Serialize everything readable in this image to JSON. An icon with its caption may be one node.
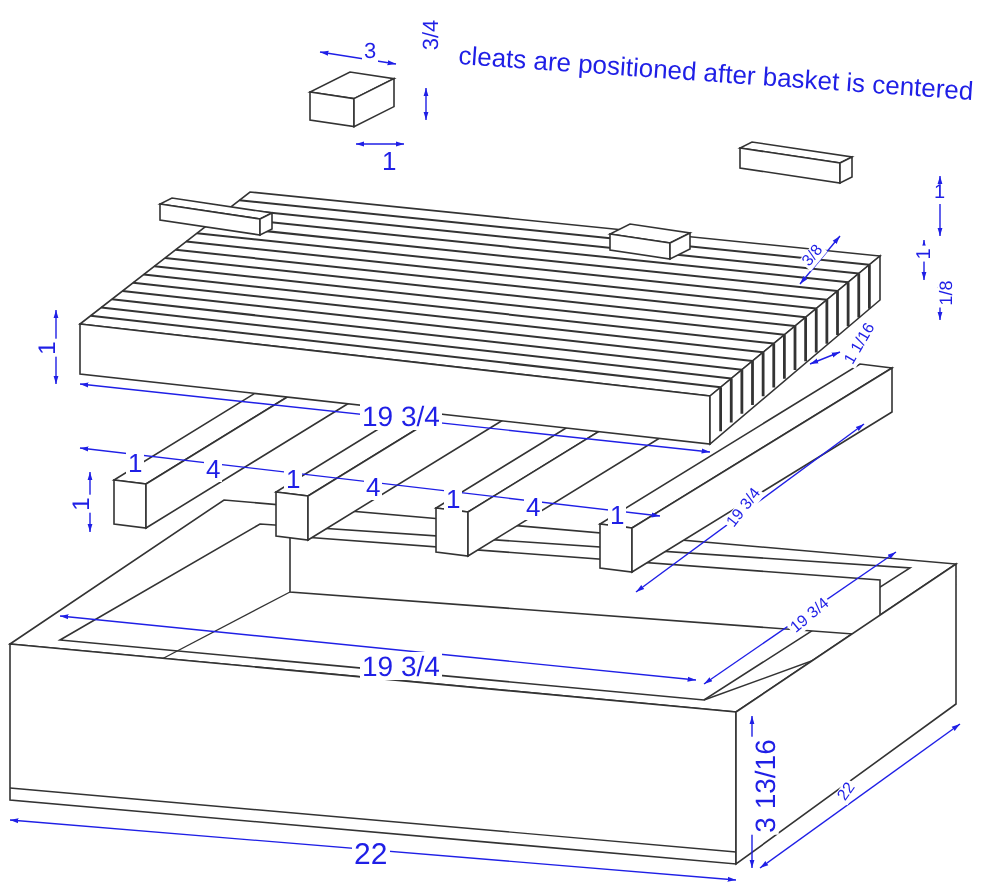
{
  "diagram": {
    "labels": [
      "3",
      "3/4",
      "cleats are positioned after basket is centered",
      "1",
      "1",
      "1",
      "3/8",
      "1/8",
      "1",
      "1 1/16",
      "19 3/4",
      "1",
      "4",
      "1",
      "4",
      "1",
      "4",
      "1",
      "1",
      "19 3/4",
      "19 3/4",
      "19 3/4",
      "3 13/16",
      "22",
      "22"
    ]
  }
}
